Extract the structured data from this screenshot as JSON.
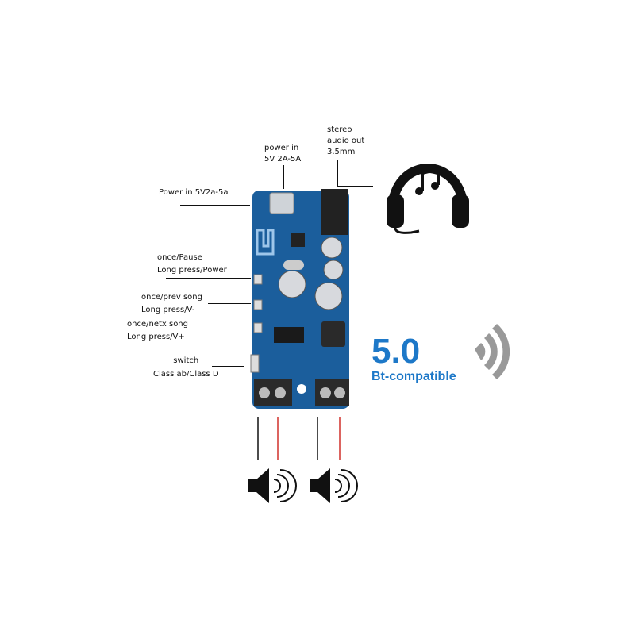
{
  "labels": {
    "stereo_out": [
      "stereo",
      "audio out",
      "3.5mm"
    ],
    "power_in_top": [
      "power in",
      "5V 2A-5A"
    ],
    "power_in_side": "Power in   5V2a-5a",
    "pause": [
      "once/Pause",
      "Long press/Power"
    ],
    "prev": [
      "once/prev song",
      "Long press/V-"
    ],
    "next": [
      "once/netx song",
      "Long press/V+"
    ],
    "switch": [
      "switch",
      "Class ab/Class D"
    ]
  },
  "badge": {
    "version": "5.0",
    "text": "Bt-compatible"
  },
  "colors": {
    "board": "#1b5e9c",
    "accent": "#1d78c8",
    "wire_red": "#d0302a"
  },
  "icons": [
    "headphones-music-icon",
    "wireless-signal-icon",
    "speaker-icon",
    "speaker-icon"
  ]
}
